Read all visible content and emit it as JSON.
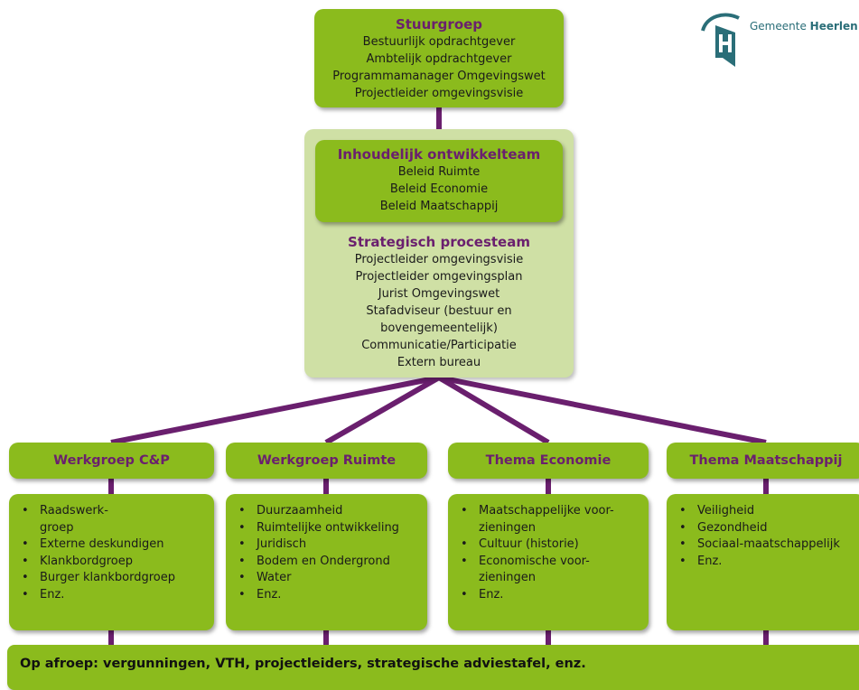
{
  "logo": {
    "prefix": "Gemeente",
    "name": "Heerlen"
  },
  "stuurgroep": {
    "title": "Stuurgroep",
    "lines": [
      "Bestuurlijk opdrachtgever",
      "Ambtelijk opdrachtgever",
      "Programmamanager Omgevingswet",
      "Projectleider omgevingsvisie"
    ]
  },
  "ontwikkelteam": {
    "title": "Inhoudelijk ontwikkelteam",
    "lines": [
      "Beleid Ruimte",
      "Beleid Economie",
      "Beleid Maatschappij"
    ]
  },
  "procesteam": {
    "title": "Strategisch procesteam",
    "lines": [
      "Projectleider omgevingsvisie",
      "Projectleider omgevingsplan",
      "Jurist Omgevingswet",
      "Stafadviseur (bestuur en",
      "bovengemeentelijk)",
      "Communicatie/Participatie",
      "Extern bureau"
    ]
  },
  "groups": [
    {
      "title": "Werkgroep C&P",
      "items": [
        "Raadswerk-\ngroep",
        "Externe deskundigen",
        "Klankbordgroep",
        "Burger klankbordgroep",
        "Enz."
      ]
    },
    {
      "title": "Werkgroep Ruimte",
      "items": [
        "Duurzaamheid",
        "Ruimtelijke ontwikkeling",
        "Juridisch",
        "Bodem en Ondergrond",
        "Water",
        "Enz."
      ]
    },
    {
      "title": "Thema Economie",
      "items": [
        "Maatschappelijke voor-\nzieningen",
        "Cultuur (historie)",
        "Economische voor-\nzieningen",
        "Enz."
      ]
    },
    {
      "title": "Thema Maatschappij",
      "items": [
        "Veiligheid",
        "Gezondheid",
        "Sociaal-maatschappelijk",
        "Enz."
      ]
    }
  ],
  "bullet": "•",
  "bottom": {
    "text": "Op afroep: vergunningen, VTH, projectleiders, strategische adviestafel, enz."
  },
  "colors": {
    "box": "#8bbb1d",
    "outer": "#cfe0a5",
    "title": "#6a1f6e",
    "connector": "#6a1f6e",
    "logo": "#2a6e78"
  }
}
